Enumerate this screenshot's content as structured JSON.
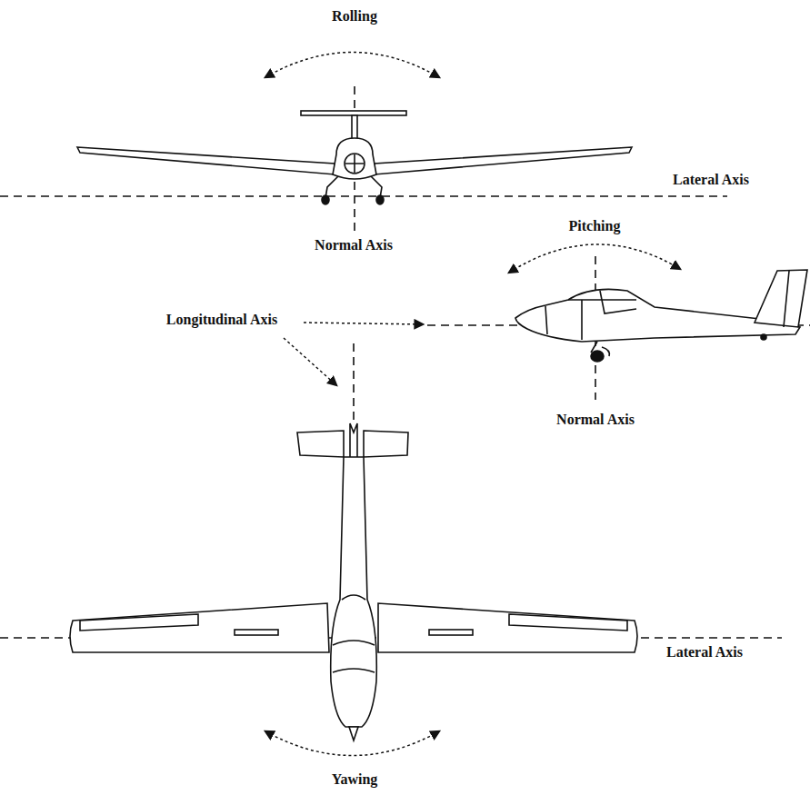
{
  "diagram": {
    "labels": [
      "Rolling",
      "Lateral Axis",
      "Normal Axis",
      "Pitching",
      "Longitudinal Axis",
      "Normal Axis",
      "Lateral Axis",
      "Yawing"
    ]
  }
}
